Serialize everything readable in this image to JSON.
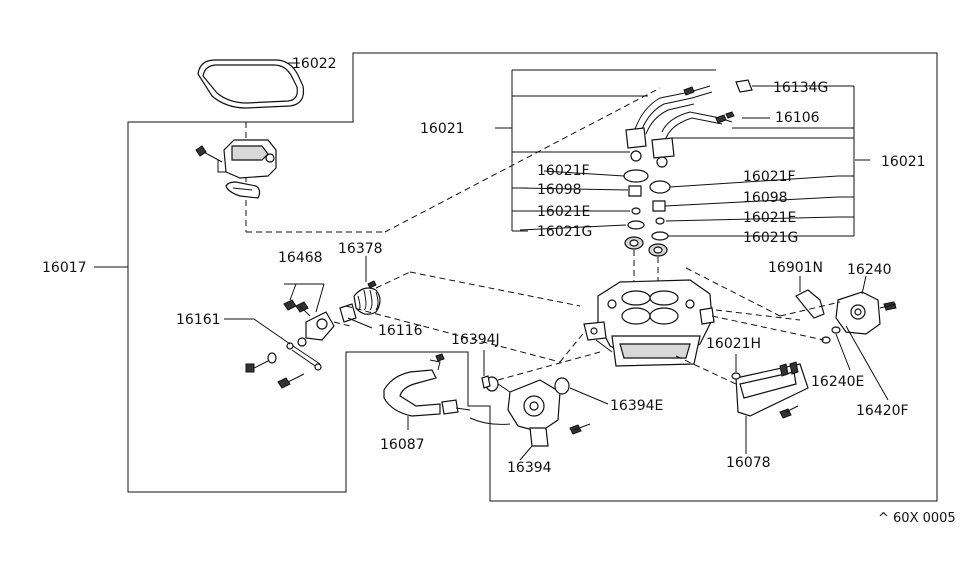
{
  "labels": {
    "p16022": "16022",
    "p16021_left": "16021",
    "p16134g": "16134G",
    "p16106": "16106",
    "p16021_right": "16021",
    "p16021f_left": "16021F",
    "p16021f_right": "16021F",
    "p16098_left": "16098",
    "p16098_right": "16098",
    "p16021e_left": "16021E",
    "p16021e_right": "16021E",
    "p16021g_left": "16021G",
    "p16021g_right": "16021G",
    "p16017": "16017",
    "p16468": "16468",
    "p16378": "16378",
    "p16116": "16116",
    "p16161": "16161",
    "p16394j": "16394J",
    "p16901n": "16901N",
    "p16240": "16240",
    "p16021h": "16021H",
    "p16240e": "16240E",
    "p16420f": "16420F",
    "p16394e": "16394E",
    "p16087": "16087",
    "p16394": "16394",
    "p16078": "16078",
    "ref": "^ 60X 0005"
  }
}
